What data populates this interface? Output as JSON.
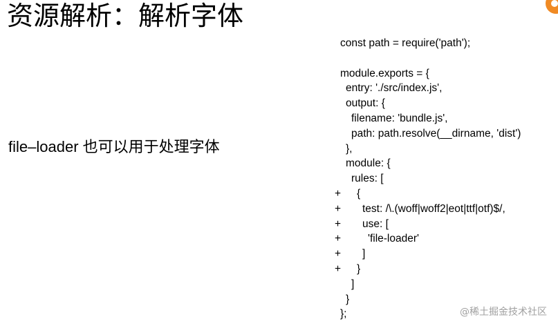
{
  "slide": {
    "title": "资源解析：解析字体",
    "description": "file–loader 也可以用于处理字体",
    "watermark": "@稀土掘金技术社区"
  },
  "code": {
    "lines": [
      {
        "marker": "",
        "indent": 0,
        "text": "const path = require('path');"
      },
      {
        "marker": "",
        "indent": 0,
        "text": ""
      },
      {
        "marker": "",
        "indent": 0,
        "text": "module.exports = {"
      },
      {
        "marker": "",
        "indent": 1,
        "text": "entry: './src/index.js',"
      },
      {
        "marker": "",
        "indent": 1,
        "text": "output: {"
      },
      {
        "marker": "",
        "indent": 2,
        "text": "filename: 'bundle.js',"
      },
      {
        "marker": "",
        "indent": 2,
        "text": "path: path.resolve(__dirname, 'dist')"
      },
      {
        "marker": "",
        "indent": 1,
        "text": "},"
      },
      {
        "marker": "",
        "indent": 1,
        "text": "module: {"
      },
      {
        "marker": "",
        "indent": 2,
        "text": "rules: ["
      },
      {
        "marker": "+",
        "indent": 3,
        "text": "{"
      },
      {
        "marker": "+",
        "indent": 4,
        "text": "test: /\\.(woff|woff2|eot|ttf|otf)$/,"
      },
      {
        "marker": "+",
        "indent": 4,
        "text": "use: ["
      },
      {
        "marker": "+",
        "indent": 5,
        "text": "'file-loader'"
      },
      {
        "marker": "+",
        "indent": 4,
        "text": "]"
      },
      {
        "marker": "+",
        "indent": 3,
        "text": "}"
      },
      {
        "marker": "",
        "indent": 2,
        "text": "]"
      },
      {
        "marker": "",
        "indent": 1,
        "text": "}"
      },
      {
        "marker": "",
        "indent": 0,
        "text": "};"
      }
    ]
  }
}
